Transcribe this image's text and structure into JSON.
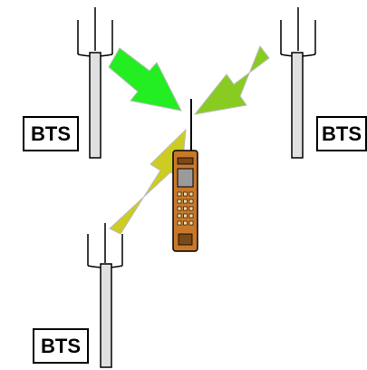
{
  "labels": {
    "bts_left": "BTS",
    "bts_right": "BTS",
    "bts_bottom": "BTS"
  },
  "colors": {
    "arrow_left_tower": "#22ee22",
    "arrow_right_tower": "#88cc22",
    "arrow_bottom_tower": "#cccc22",
    "phone_body": "#c8782a",
    "tower_mast": "#e0e0e0"
  },
  "icons": {
    "antenna": "trident-antenna-icon",
    "phone": "mobile-phone-icon"
  }
}
